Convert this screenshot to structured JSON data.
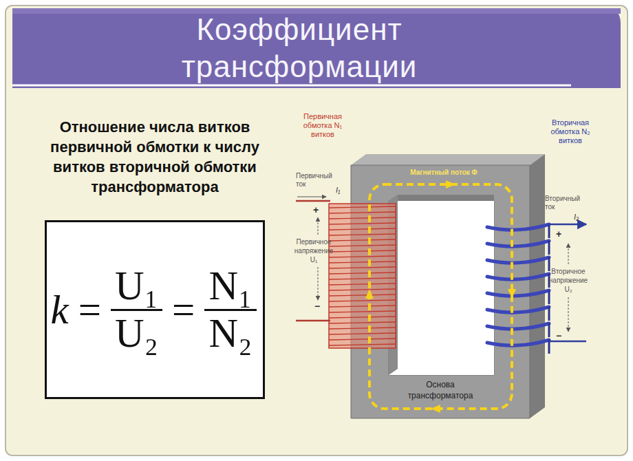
{
  "diagram": {
    "title": "Коэффициент трансформации",
    "nodes": [
      {
        "text": [
          "k",
          "=",
          "U₁",
          "U₂",
          "=",
          "N₁",
          "N₂"
        ]
      }
    ],
    "labels": [
      "Отношение числа витков первичной обмотки к числу витков вторичной обмотки трансформатора",
      "Первичная обмотка N₁ витков",
      "Первичный ток",
      "I₁",
      "+",
      "Первичное напряжение U₁",
      "−",
      "Магнитный поток Φ",
      "Вторичная обмотка N₂ витков",
      "Вторичный ток",
      "I₂",
      "+",
      "Вторичное напряжение U₂",
      "−",
      "Основа трансформатора"
    ]
  }
}
